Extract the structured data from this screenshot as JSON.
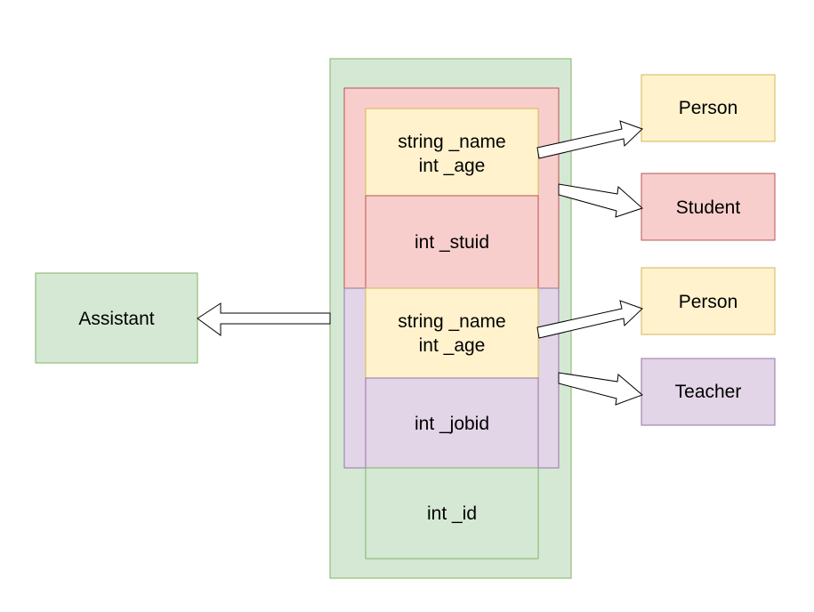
{
  "colors": {
    "green_fill": "#d5e8d4",
    "green_stroke": "#82b366",
    "red_fill": "#f8cecc",
    "red_stroke": "#b85450",
    "yellow_fill": "#fff2cc",
    "yellow_stroke": "#d6b656",
    "purple_fill": "#e1d5e7",
    "purple_stroke": "#9673a6",
    "arrow_fill": "#ffffff",
    "arrow_stroke": "#000000"
  },
  "memory_layout": {
    "student_person_fields": [
      "string _name",
      "int _age"
    ],
    "student_field": "int _stuid",
    "teacher_person_fields": [
      "string _name",
      "int _age"
    ],
    "teacher_field": "int _jobid",
    "assistant_field": "int _id"
  },
  "classes": {
    "assistant": "Assistant",
    "person_1": "Person",
    "student": "Student",
    "person_2": "Person",
    "teacher": "Teacher"
  }
}
